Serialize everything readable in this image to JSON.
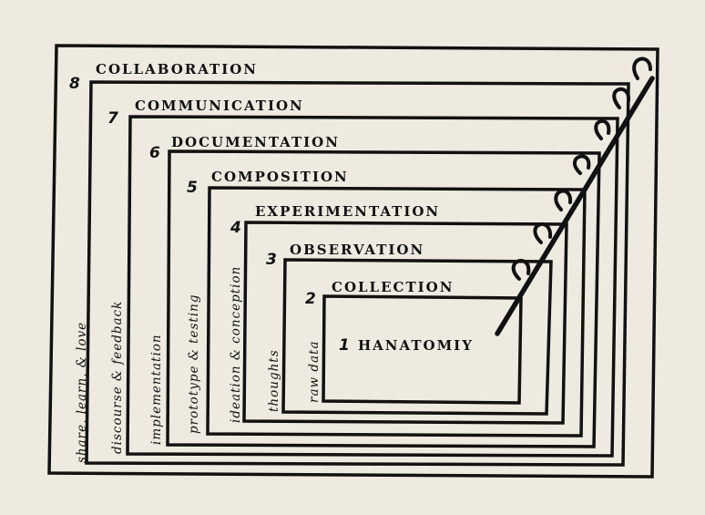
{
  "diagram": {
    "core_number": "1",
    "core_label": "HANATOMIY",
    "levels": [
      {
        "number": "8",
        "title": "COLLABORATION",
        "side_label": "share, learn, & love"
      },
      {
        "number": "7",
        "title": "COMMUNICATION",
        "side_label": "discourse & feedback"
      },
      {
        "number": "6",
        "title": "DOCUMENTATION",
        "side_label": "implementation"
      },
      {
        "number": "5",
        "title": "COMPOSITION",
        "side_label": "prototype & testing"
      },
      {
        "number": "4",
        "title": "EXPERIMENTATION",
        "side_label": "ideation & conception"
      },
      {
        "number": "3",
        "title": "OBSERVATION",
        "side_label": "thoughts"
      },
      {
        "number": "2",
        "title": "COLLECTION",
        "side_label": "raw data"
      }
    ]
  }
}
